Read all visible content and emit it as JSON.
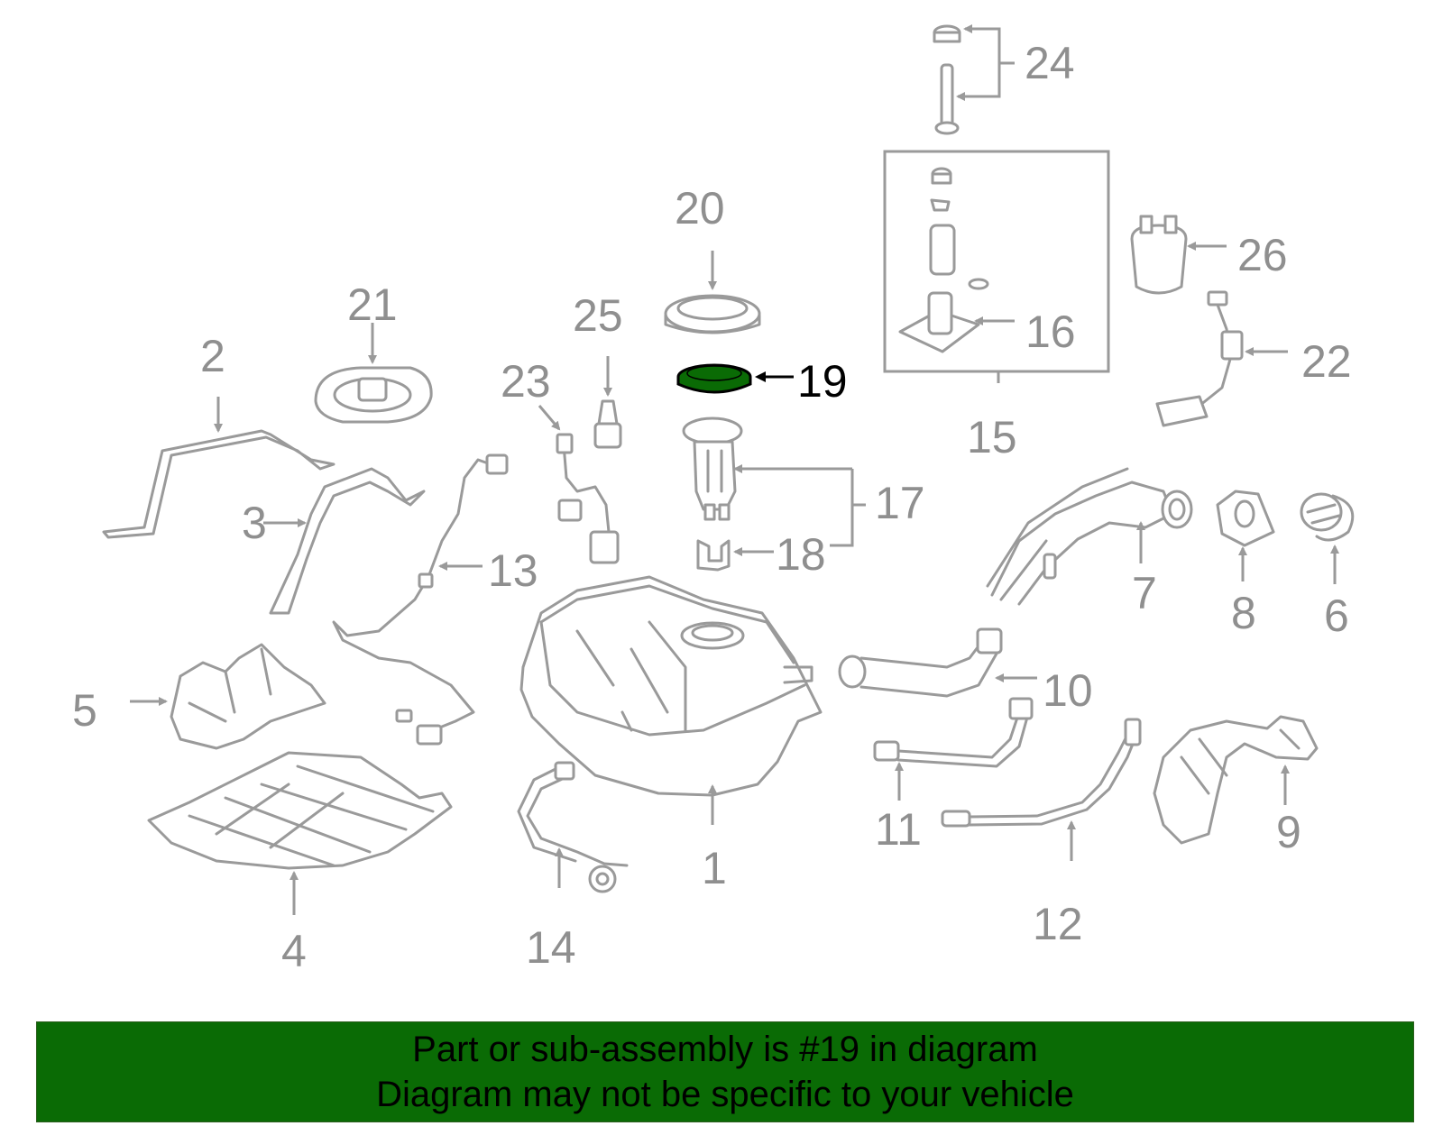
{
  "callouts": {
    "c1": "1",
    "c2": "2",
    "c3": "3",
    "c4": "4",
    "c5": "5",
    "c6": "6",
    "c7": "7",
    "c8": "8",
    "c9": "9",
    "c10": "10",
    "c11": "11",
    "c12": "12",
    "c13": "13",
    "c14": "14",
    "c15": "15",
    "c16": "16",
    "c17": "17",
    "c18": "18",
    "c19": "19",
    "c20": "20",
    "c21": "21",
    "c22": "22",
    "c23": "23",
    "c24": "24",
    "c25": "25",
    "c26": "26"
  },
  "highlight": {
    "part_number": "19",
    "color": "#0a6b05"
  },
  "banner": {
    "line1": "Part or sub-assembly is #19 in diagram",
    "line2": "Diagram may not be specific to your vehicle"
  },
  "colors": {
    "outline": "#9a9a9a",
    "label": "#8f8f8f",
    "banner_bg": "#0a6b05"
  }
}
